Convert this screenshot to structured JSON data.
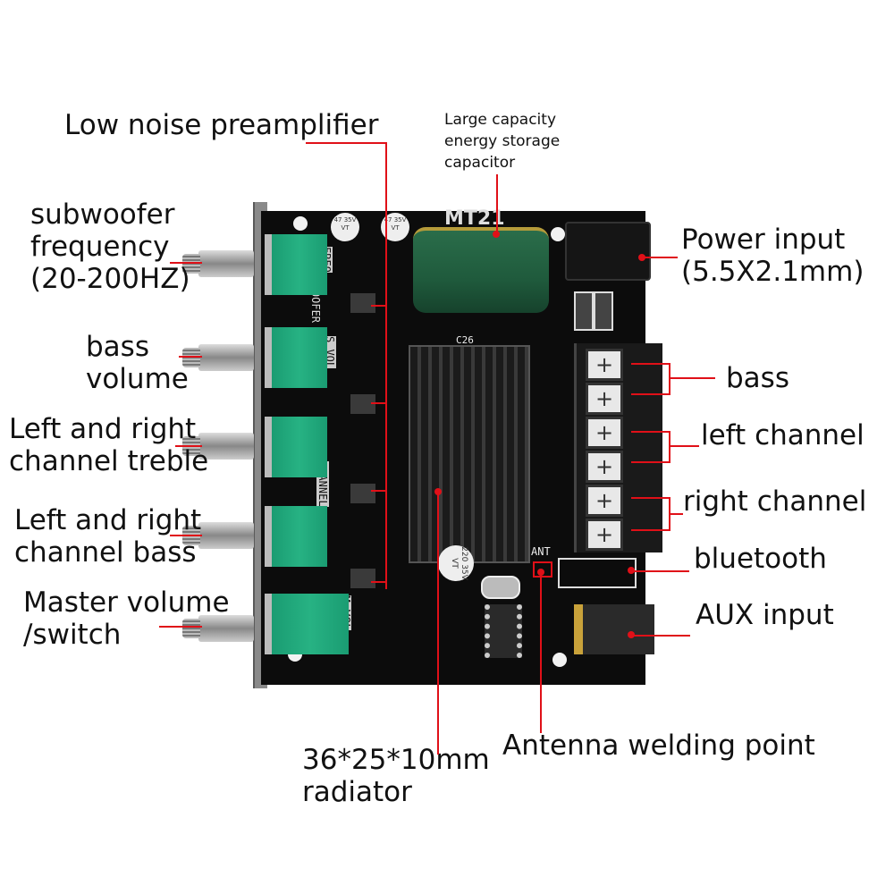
{
  "board": {
    "model": "MT21",
    "silkscreen": [
      "FREQ",
      "SUBWOOFER",
      "S VOL",
      "CHANNEL",
      "M VOL",
      "ANT",
      "C26"
    ],
    "small_caps": "47 35V VT",
    "big_cap": "220 35V VT"
  },
  "labels": {
    "preamp": "Low noise preamplifier",
    "capacitor": [
      "Large capacity",
      "energy storage",
      "capacitor"
    ],
    "sub_freq": [
      "subwoofer",
      "frequency",
      "(20-200HZ)"
    ],
    "bass_volume": [
      "bass",
      "volume"
    ],
    "lr_treble": [
      "Left and right",
      "channel treble"
    ],
    "lr_bass": [
      "Left and right",
      "channel bass"
    ],
    "master": [
      "Master volume",
      "/switch"
    ],
    "power": [
      "Power input",
      "(5.5X2.1mm)"
    ],
    "bass": "bass",
    "left": "left channel",
    "right": "right channel",
    "bluetooth": "bluetooth",
    "aux": "AUX input",
    "radiator": [
      "36*25*10mm",
      "radiator"
    ],
    "antenna": "Antenna welding point"
  },
  "colors": {
    "accent": "#e01018",
    "pcb": "#0c0c0c",
    "pot": "#27b283",
    "capacitor": "#1f5a3c"
  }
}
